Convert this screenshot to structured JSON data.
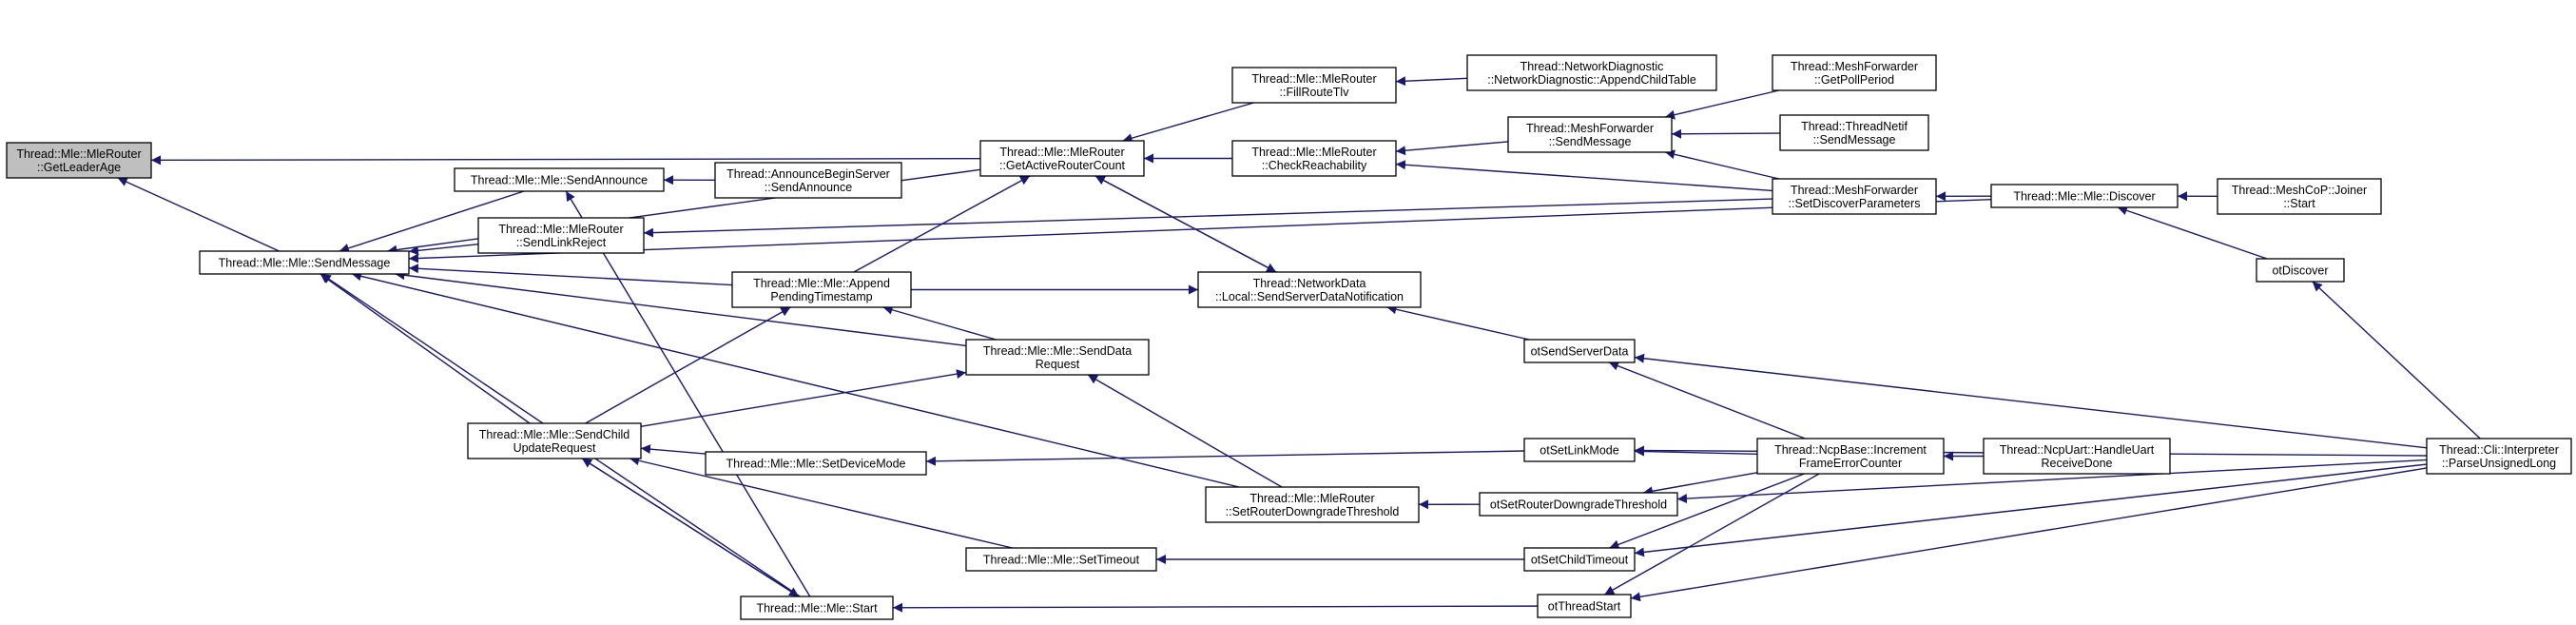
{
  "nodes": [
    {
      "id": "getLeaderAge",
      "lines": [
        "Thread::Mle::MleRouter",
        "::GetLeaderAge"
      ]
    },
    {
      "id": "sendMessage",
      "lines": [
        "Thread::Mle::Mle::SendMessage"
      ]
    },
    {
      "id": "sendAnnounce",
      "lines": [
        "Thread::Mle::Mle::SendAnnounce"
      ]
    },
    {
      "id": "announceBegin",
      "lines": [
        "Thread::AnnounceBeginServer",
        "::SendAnnounce"
      ]
    },
    {
      "id": "sendLinkReject",
      "lines": [
        "Thread::Mle::MleRouter",
        "::SendLinkReject"
      ]
    },
    {
      "id": "getActiveRouterCount",
      "lines": [
        "Thread::Mle::MleRouter",
        "::GetActiveRouterCount"
      ]
    },
    {
      "id": "fillRouteTlv",
      "lines": [
        "Thread::Mle::MleRouter",
        "::FillRouteTlv"
      ]
    },
    {
      "id": "appendChildTable",
      "lines": [
        "Thread::NetworkDiagnostic",
        "::NetworkDiagnostic::AppendChildTable"
      ]
    },
    {
      "id": "checkReachability",
      "lines": [
        "Thread::Mle::MleRouter",
        "::CheckReachability"
      ]
    },
    {
      "id": "meshSendMessage",
      "lines": [
        "Thread::MeshForwarder",
        "::SendMessage"
      ]
    },
    {
      "id": "getPollPeriod",
      "lines": [
        "Thread::MeshForwarder",
        "::GetPollPeriod"
      ]
    },
    {
      "id": "threadNetif",
      "lines": [
        "Thread::ThreadNetif",
        "::SendMessage"
      ]
    },
    {
      "id": "setDiscoverParams",
      "lines": [
        "Thread::MeshForwarder",
        "::SetDiscoverParameters"
      ]
    },
    {
      "id": "discover",
      "lines": [
        "Thread::Mle::Mle::Discover"
      ]
    },
    {
      "id": "joinerStart",
      "lines": [
        "Thread::MeshCoP::Joiner",
        "::Start"
      ]
    },
    {
      "id": "otDiscover",
      "lines": [
        "otDiscover"
      ]
    },
    {
      "id": "appendPending",
      "lines": [
        "Thread::Mle::Mle::Append",
        "PendingTimestamp"
      ]
    },
    {
      "id": "sendServerData",
      "lines": [
        "Thread::NetworkData",
        "::Local::SendServerDataNotification"
      ]
    },
    {
      "id": "otSendServerData",
      "lines": [
        "otSendServerData"
      ]
    },
    {
      "id": "sendDataRequest",
      "lines": [
        "Thread::Mle::Mle::SendData",
        "Request"
      ]
    },
    {
      "id": "sendChildUpdate",
      "lines": [
        "Thread::Mle::Mle::SendChild",
        "UpdateRequest"
      ]
    },
    {
      "id": "setDeviceMode",
      "lines": [
        "Thread::Mle::Mle::SetDeviceMode"
      ]
    },
    {
      "id": "otSetLinkMode",
      "lines": [
        "otSetLinkMode"
      ]
    },
    {
      "id": "incrementFrameError",
      "lines": [
        "Thread::NcpBase::Increment",
        "FrameErrorCounter"
      ]
    },
    {
      "id": "handleUart",
      "lines": [
        "Thread::NcpUart::HandleUart",
        "ReceiveDone"
      ]
    },
    {
      "id": "parseUnsignedLong",
      "lines": [
        "Thread::Cli::Interpreter",
        "::ParseUnsignedLong"
      ]
    },
    {
      "id": "setRouterDowngrade",
      "lines": [
        "Thread::Mle::MleRouter",
        "::SetRouterDowngradeThreshold"
      ]
    },
    {
      "id": "otSetRouterDowngrade",
      "lines": [
        "otSetRouterDowngradeThreshold"
      ]
    },
    {
      "id": "setTimeout",
      "lines": [
        "Thread::Mle::Mle::SetTimeout"
      ]
    },
    {
      "id": "otSetChildTimeout",
      "lines": [
        "otSetChildTimeout"
      ]
    },
    {
      "id": "mleStart",
      "lines": [
        "Thread::Mle::Mle::Start"
      ]
    },
    {
      "id": "otThreadStart",
      "lines": [
        "otThreadStart"
      ]
    }
  ],
  "edges": [
    [
      "sendMessage",
      "getLeaderAge"
    ],
    [
      "getActiveRouterCount",
      "getLeaderAge"
    ],
    [
      "sendAnnounce",
      "sendMessage"
    ],
    [
      "sendLinkReject",
      "sendMessage"
    ],
    [
      "getActiveRouterCount",
      "sendMessage"
    ],
    [
      "discover",
      "sendMessage"
    ],
    [
      "appendPending",
      "sendMessage"
    ],
    [
      "sendDataRequest",
      "sendMessage"
    ],
    [
      "sendChildUpdate",
      "sendMessage"
    ],
    [
      "setRouterDowngrade",
      "sendMessage"
    ],
    [
      "mleStart",
      "sendMessage"
    ],
    [
      "announceBegin",
      "sendAnnounce"
    ],
    [
      "mleStart",
      "sendAnnounce"
    ],
    [
      "setDiscoverParams",
      "sendLinkReject"
    ],
    [
      "fillRouteTlv",
      "getActiveRouterCount"
    ],
    [
      "checkReachability",
      "getActiveRouterCount"
    ],
    [
      "sendServerData",
      "getActiveRouterCount"
    ],
    [
      "appendPending",
      "getActiveRouterCount"
    ],
    [
      "appendChildTable",
      "fillRouteTlv"
    ],
    [
      "meshSendMessage",
      "checkReachability"
    ],
    [
      "setDiscoverParams",
      "checkReachability"
    ],
    [
      "getPollPeriod",
      "meshSendMessage"
    ],
    [
      "threadNetif",
      "meshSendMessage"
    ],
    [
      "setDiscoverParams",
      "meshSendMessage"
    ],
    [
      "discover",
      "setDiscoverParams"
    ],
    [
      "joinerStart",
      "discover"
    ],
    [
      "otDiscover",
      "discover"
    ],
    [
      "parseUnsignedLong",
      "otDiscover"
    ],
    [
      "sendDataRequest",
      "appendPending"
    ],
    [
      "sendChildUpdate",
      "appendPending"
    ],
    [
      "appendPending",
      "sendServerData"
    ],
    [
      "getActiveRouterCount",
      "sendServerData"
    ],
    [
      "otSendServerData",
      "sendServerData"
    ],
    [
      "incrementFrameError",
      "otSendServerData"
    ],
    [
      "parseUnsignedLong",
      "otSendServerData"
    ],
    [
      "setRouterDowngrade",
      "sendDataRequest"
    ],
    [
      "sendChildUpdate",
      "sendDataRequest"
    ],
    [
      "setDeviceMode",
      "sendChildUpdate"
    ],
    [
      "setTimeout",
      "sendChildUpdate"
    ],
    [
      "mleStart",
      "sendChildUpdate"
    ],
    [
      "otSetLinkMode",
      "setDeviceMode"
    ],
    [
      "incrementFrameError",
      "otSetLinkMode"
    ],
    [
      "parseUnsignedLong",
      "otSetLinkMode"
    ],
    [
      "handleUart",
      "incrementFrameError"
    ],
    [
      "otSetRouterDowngrade",
      "setRouterDowngrade"
    ],
    [
      "incrementFrameError",
      "otSetRouterDowngrade"
    ],
    [
      "parseUnsignedLong",
      "otSetRouterDowngrade"
    ],
    [
      "otSetChildTimeout",
      "setTimeout"
    ],
    [
      "incrementFrameError",
      "otSetChildTimeout"
    ],
    [
      "parseUnsignedLong",
      "otSetChildTimeout"
    ],
    [
      "otThreadStart",
      "mleStart"
    ],
    [
      "sendChildUpdate",
      "mleStart"
    ],
    [
      "incrementFrameError",
      "otThreadStart"
    ],
    [
      "parseUnsignedLong",
      "otThreadStart"
    ]
  ],
  "colors": {
    "edge": "#191970",
    "root_fill": "#bfbfbf",
    "node_fill": "#ffffff"
  }
}
